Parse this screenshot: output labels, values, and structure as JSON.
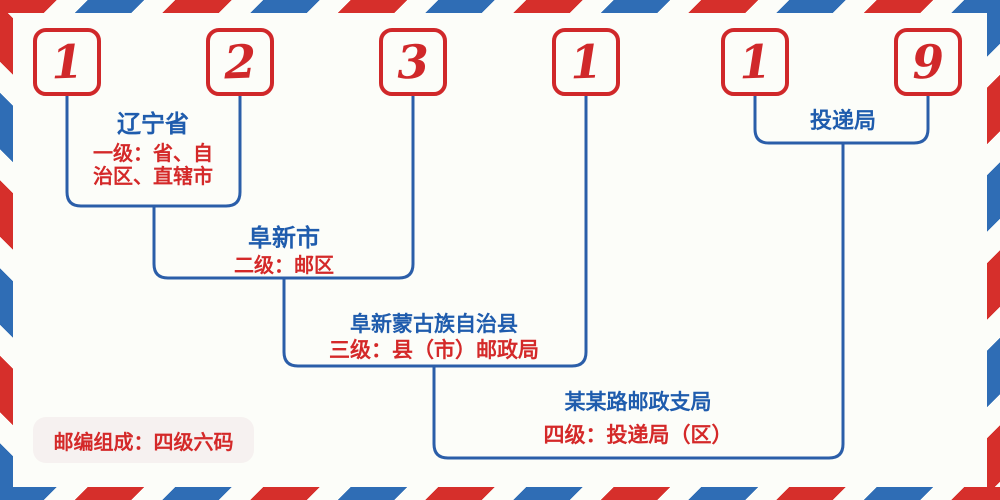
{
  "postal_code": {
    "digits": [
      "1",
      "2",
      "3",
      "1",
      "1",
      "9"
    ]
  },
  "levels": [
    {
      "name": "辽宁省",
      "desc_lines": [
        "一级：省、自",
        "治区、直辖市"
      ]
    },
    {
      "name": "阜新市",
      "desc_lines": [
        "二级：邮区"
      ]
    },
    {
      "name": "阜新蒙古族自治县",
      "desc_lines": [
        "三级：县（市）邮政局"
      ]
    },
    {
      "name": "某某路邮政支局",
      "desc_lines": [
        "四级：投递局（区）"
      ]
    },
    {
      "name": "投递局",
      "desc_lines": []
    }
  ],
  "footer": {
    "composition_label": "邮编组成：四级六码"
  },
  "colors": {
    "stripe_red": "#d62f2b",
    "stripe_blue": "#2f6db5",
    "connector_blue": "#2b5ea9",
    "name_text_blue": "#1f5cad",
    "desc_text_red": "#d42929",
    "digit_red": "#d0282a",
    "background": "#fcfdf9",
    "footer_label_background": "#f6f1f0"
  }
}
